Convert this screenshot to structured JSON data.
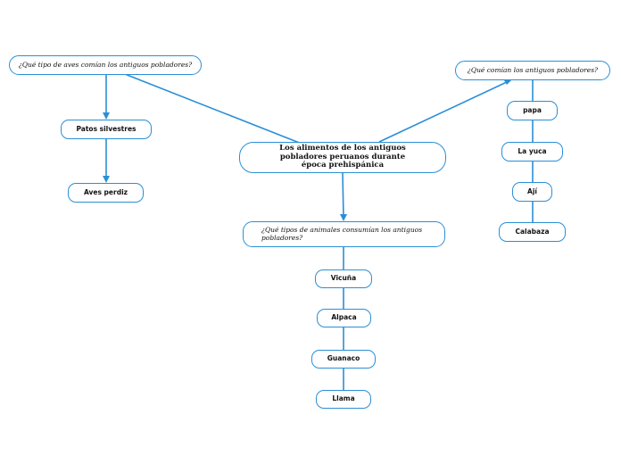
{
  "colors": {
    "line": "#2a8fd6",
    "node_border": "#2a8fd6",
    "text": "#111111",
    "background": "#ffffff"
  },
  "nodes": {
    "central": "Los alimentos de los antiguos pobladores peruanos durante época prehispánica",
    "q_aves": "¿Qué tipo de aves comían los antiguos pobladores?",
    "q_comian": "¿Qué comían los antiguos pobladores?",
    "q_animales": "¿Qué tipos de animales consumían los antiguos pobladores?",
    "patos": "Patos silvestres",
    "aves_perdiz": "Aves perdiz",
    "papa": "papa",
    "yuca": "La yuca",
    "aji": "Ají",
    "calabaza": "Calabaza",
    "vicuna": "Vicuña",
    "alpaca": "Alpaca",
    "guanaco": "Guanaco",
    "llama": "Llama"
  }
}
